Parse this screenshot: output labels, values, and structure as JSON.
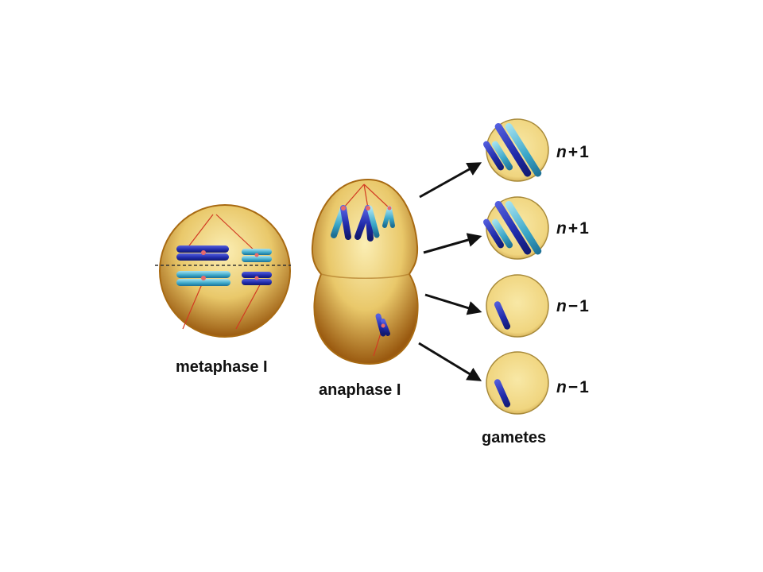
{
  "labels": {
    "metaphase": "metaphase I",
    "anaphase": "anaphase I",
    "gametes": "gametes"
  },
  "gametes": [
    {
      "n": "n",
      "op": "+",
      "num": "1"
    },
    {
      "n": "n",
      "op": "+",
      "num": "1"
    },
    {
      "n": "n",
      "op": "−",
      "num": "1"
    },
    {
      "n": "n",
      "op": "−",
      "num": "1"
    }
  ],
  "colors": {
    "cell_fill": "#e9c86a",
    "cell_edge": "#a86a12",
    "gamete_fill": "#f3dc8c",
    "chromosome_dark": "#1f2aa8",
    "chromosome_light": "#3aa6c8",
    "spindle": "#d23a22",
    "arrow": "#111111"
  }
}
